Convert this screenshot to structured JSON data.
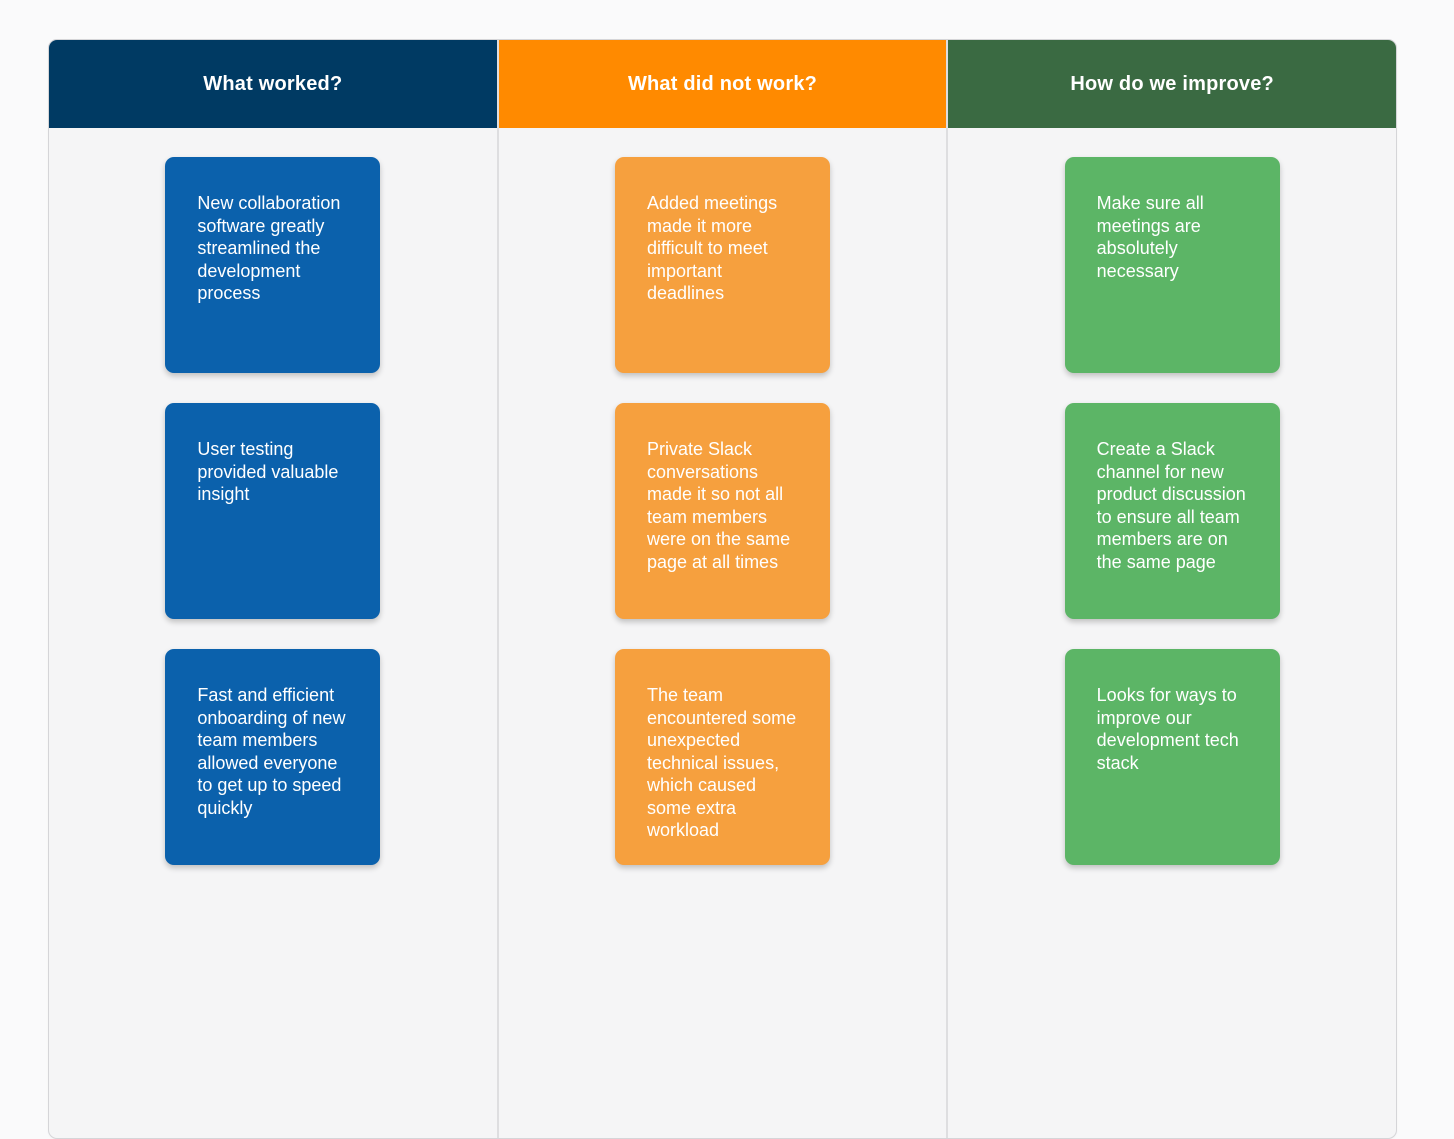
{
  "board": {
    "columns": [
      {
        "id": "what-worked",
        "header": "What worked?",
        "header_color": "#003a63",
        "card_color": "#0b61ac",
        "cards": [
          "New collaboration software greatly streamlined the development process",
          "User testing provided valuable insight",
          "Fast and efficient onboarding of new team members allowed everyone to get up to speed quickly"
        ]
      },
      {
        "id": "what-did-not-work",
        "header": "What did not work?",
        "header_color": "#ff8a00",
        "card_color": "#f6a03e",
        "cards": [
          "Added meetings made it more difficult to meet important deadlines",
          "Private Slack conversations made it so not all team members were on the same page at all times",
          "The team encountered some unexpected technical issues, which caused some extra workload"
        ]
      },
      {
        "id": "how-do-we-improve",
        "header": "How do we improve?",
        "header_color": "#3a6a42",
        "card_color": "#5cb566",
        "cards": [
          "Make sure all meetings are absolutely necessary",
          "Create a Slack channel for new product discussion to ensure all team members are on the same page",
          "Looks for ways to improve our development tech stack"
        ]
      }
    ]
  }
}
